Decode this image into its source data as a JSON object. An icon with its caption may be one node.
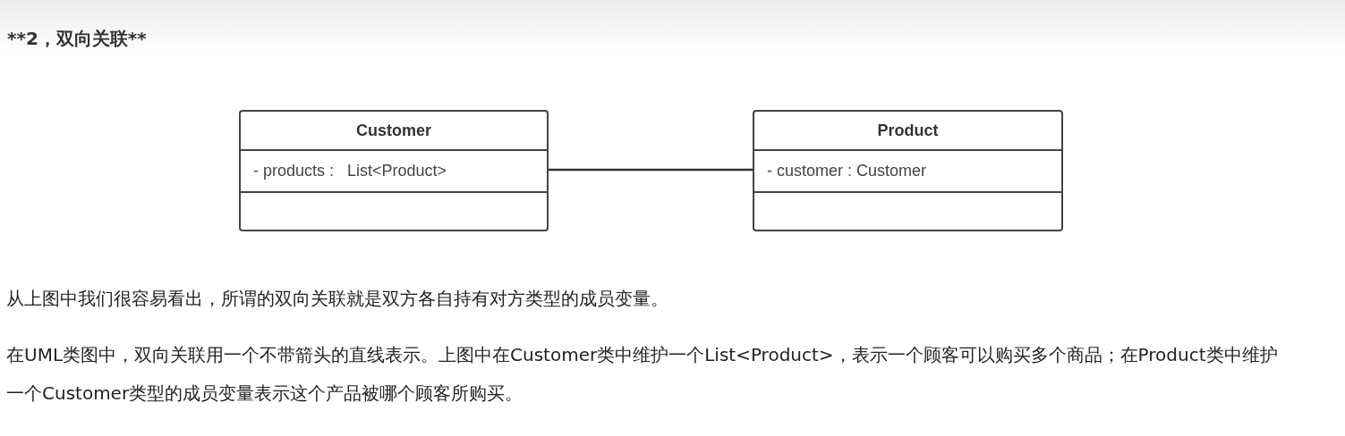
{
  "diagram": {
    "title": "**2，双向关联**",
    "nodes": [
      {
        "text": [
          "Customer",
          "- products :   List<Product>"
        ]
      },
      {
        "text": [
          "Product",
          "- customer : Customer"
        ]
      }
    ],
    "edges": [
      {
        "from": 0,
        "to": 1,
        "arrow": "none"
      }
    ],
    "labels": [
      "从上图中我们很容易看出，所谓的双向关联就是双方各自持有对方类型的成员变量。",
      "在UML类图中，双向关联用一个不带箭头的直线表示。上图中在Customer类中维护一个List<Product>，表示一个顾客可以购买多个商品；在Product类中维护一个Customer类型的成员变量表示这个产品被哪个顾客所购买。"
    ]
  }
}
